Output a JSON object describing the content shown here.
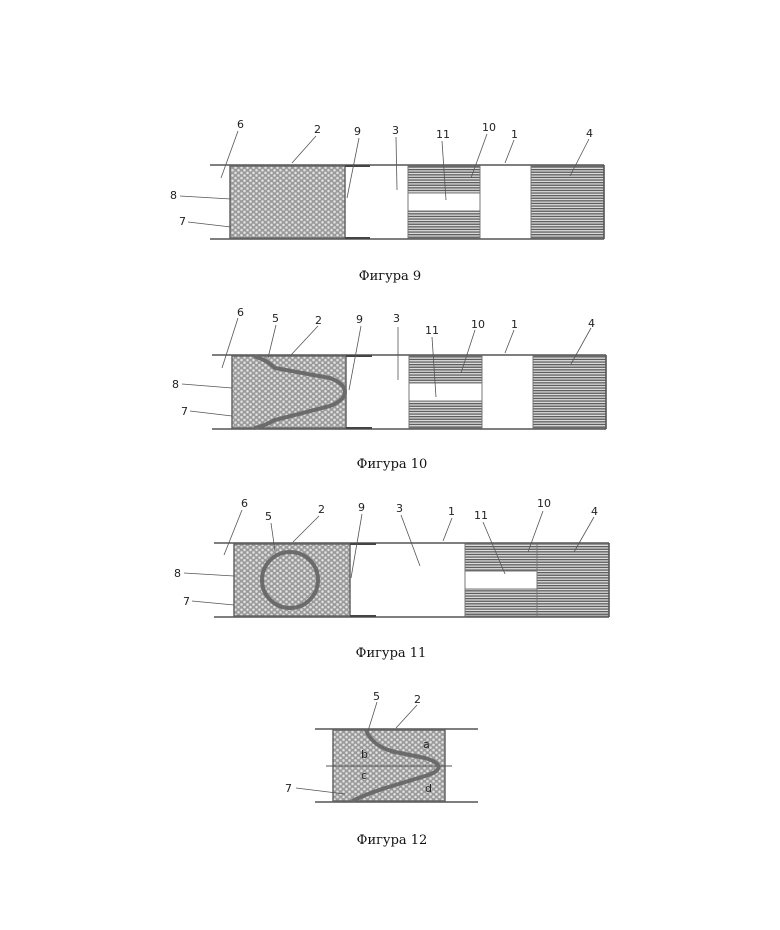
{
  "figures": [
    {
      "caption": "Фигура 9",
      "labels": {
        "n6": "6",
        "n2": "2",
        "n9": "9",
        "n3": "3",
        "n11": "11",
        "n10": "10",
        "n1": "1",
        "n4": "4",
        "n8": "8",
        "n7": "7"
      }
    },
    {
      "caption": "Фигура 10",
      "labels": {
        "n6": "6",
        "n5": "5",
        "n2": "2",
        "n9": "9",
        "n3": "3",
        "n11": "11",
        "n10": "10",
        "n1": "1",
        "n4": "4",
        "n8": "8",
        "n7": "7"
      }
    },
    {
      "caption": "Фигура 11",
      "labels": {
        "n6": "6",
        "n5": "5",
        "n2": "2",
        "n9": "9",
        "n3": "3",
        "n1": "1",
        "n11": "11",
        "n10": "10",
        "n4": "4",
        "n8": "8",
        "n7": "7"
      }
    },
    {
      "caption": "Фигура 12",
      "labels": {
        "n5": "5",
        "n2": "2",
        "a": "a",
        "b": "b",
        "c": "c",
        "d": "d",
        "n7": "7"
      }
    }
  ]
}
